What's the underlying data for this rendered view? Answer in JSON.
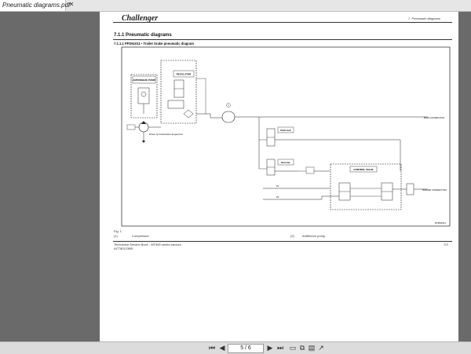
{
  "tab": {
    "title": "Pneumatic diagrams.pdf",
    "close": "✕"
  },
  "page": {
    "header_right": "7. Pneumatic diagrams",
    "section_title": "7.1.1 Pneumatic diagrams",
    "subsection_title": "7.1.1.1 PFD61011 • Trailer brake pneumatic diagram",
    "diagram": {
      "antifreeze": "ANTIFREEZE PUMP",
      "regulator": "REGULATOR",
      "park_lock": "Park lock",
      "booster": "Booster",
      "control_valve": "CONTROL VALVE",
      "main_connection": "MAIN CONNECTION",
      "trailer_connection": "TRAILER CONNECTION",
      "ref_id": "PFD61011",
      "drive_note": "Driven by transmission at gear low",
      "circle_label": "1",
      "p1": "P1",
      "p2": "P2"
    },
    "fig_label": "Fig. 1",
    "legend": [
      {
        "num": "(1)",
        "text": "Compressor"
      },
      {
        "num": "(2)",
        "text": "Antifreeze pump"
      }
    ],
    "footer_left_1": "Technician Service Book - MT900 series tractors",
    "footer_left_2": "ACT801236B",
    "footer_right": "7/3"
  },
  "toolbar": {
    "first": "⏮",
    "prev": "◀",
    "page_indicator": "5 / 6",
    "next": "▶",
    "last": "⏭",
    "view_icons": [
      "▭",
      "⧉",
      "▤",
      "↗"
    ]
  }
}
